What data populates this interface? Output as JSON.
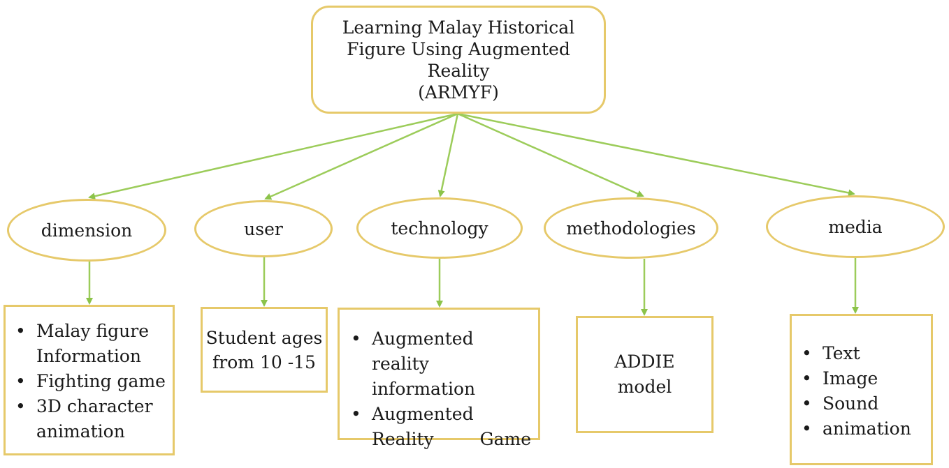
{
  "root": {
    "lines": [
      "Learning Malay Historical",
      "Figure Using Augmented",
      "Reality",
      "(ARMYF)"
    ]
  },
  "categories": [
    {
      "label": "dimension"
    },
    {
      "label": "user"
    },
    {
      "label": "technology"
    },
    {
      "label": "methodologies"
    },
    {
      "label": "media"
    }
  ],
  "details": {
    "dimension": [
      "Malay figure Information",
      "Fighting game",
      "3D character animation"
    ],
    "user": [
      "Student ages",
      "from 10 -15"
    ],
    "technology": [
      "Augmented reality information",
      "Augmented Reality Game"
    ],
    "methodologies": [
      "ADDIE",
      "model"
    ],
    "media": [
      "Text",
      "Image",
      "Sound",
      "animation"
    ]
  },
  "colors": {
    "arrow": "#9ccc5a",
    "border": "#e6c96a"
  }
}
